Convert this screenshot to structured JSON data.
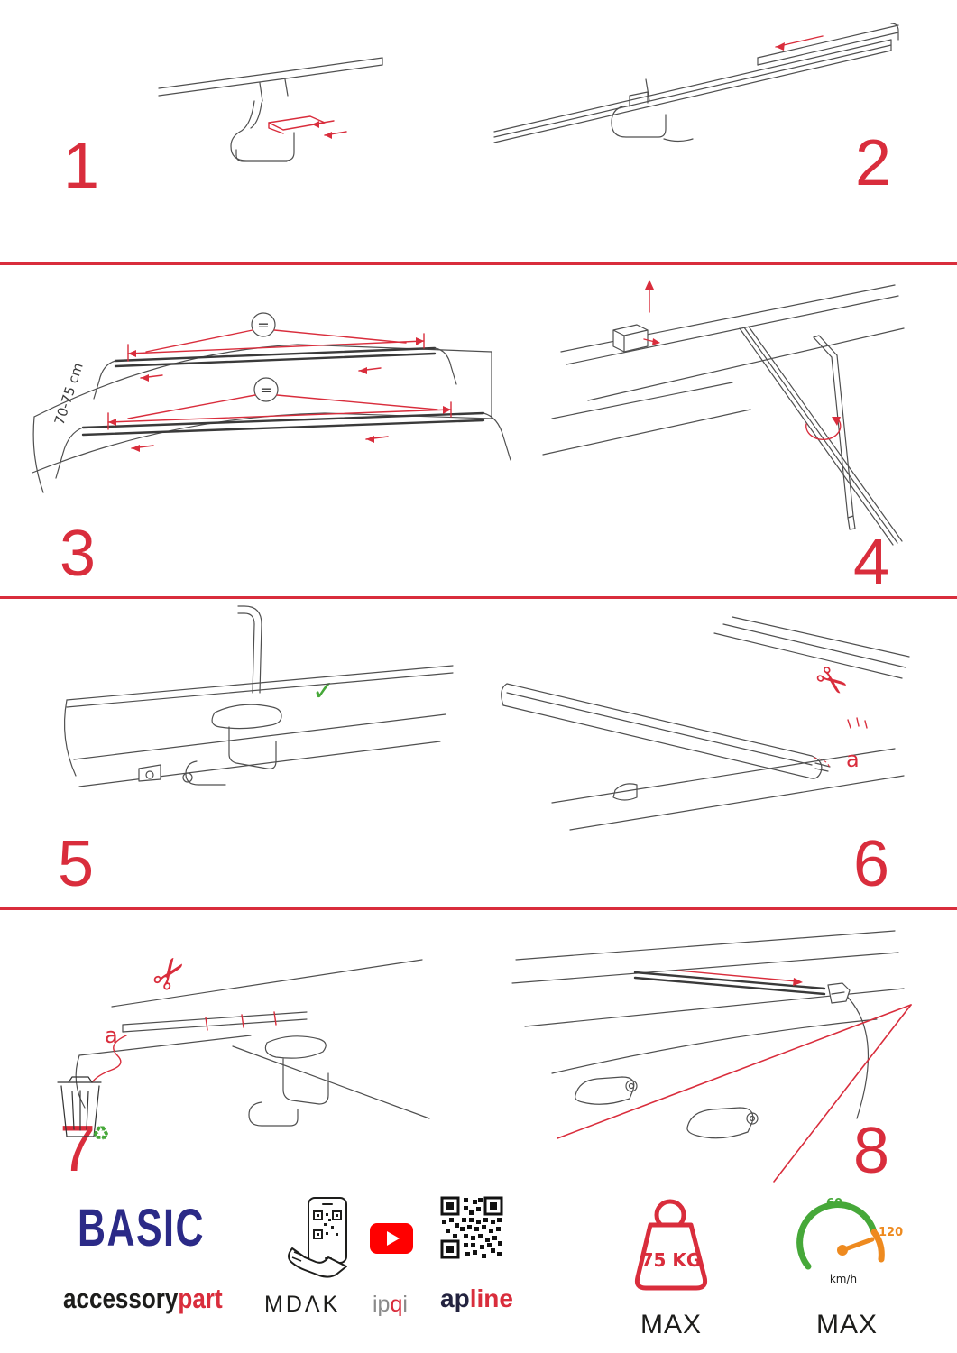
{
  "colors": {
    "accent-red": "#d92d3c",
    "brand-blue": "#2b2a87",
    "green": "#46a839",
    "orange": "#ee8a1f",
    "youtube-red": "#ff0000",
    "ink": "#1d1d1b",
    "gray-text": "#8a8a8a"
  },
  "steps": {
    "s1": {
      "number": "1"
    },
    "s2": {
      "number": "2"
    },
    "s3": {
      "number": "3",
      "measurement": "70-75 cm",
      "equal_top": "=",
      "equal_bottom": "="
    },
    "s4": {
      "number": "4"
    },
    "s5": {
      "number": "5",
      "check": "✓"
    },
    "s6": {
      "number": "6",
      "label_a": "a",
      "scissors": "✂"
    },
    "s7": {
      "number": "7",
      "label_a": "a",
      "scissors": "✂",
      "recycle": "♻"
    },
    "s8": {
      "number": "8"
    }
  },
  "footer": {
    "brand": "BASIC",
    "brand_black": "accessory",
    "brand_red": "part",
    "partner1": "MDΛK",
    "partner2_gray1": "ip",
    "partner2_red": "q",
    "partner2_gray2": "i",
    "partner3_dark": "ap",
    "partner3_red": "line",
    "weight_value": "75 KG",
    "weight_max": "MAX",
    "speed_low": "60",
    "speed_high": "120",
    "speed_unit": "km/h",
    "speed_max": "MAX"
  }
}
